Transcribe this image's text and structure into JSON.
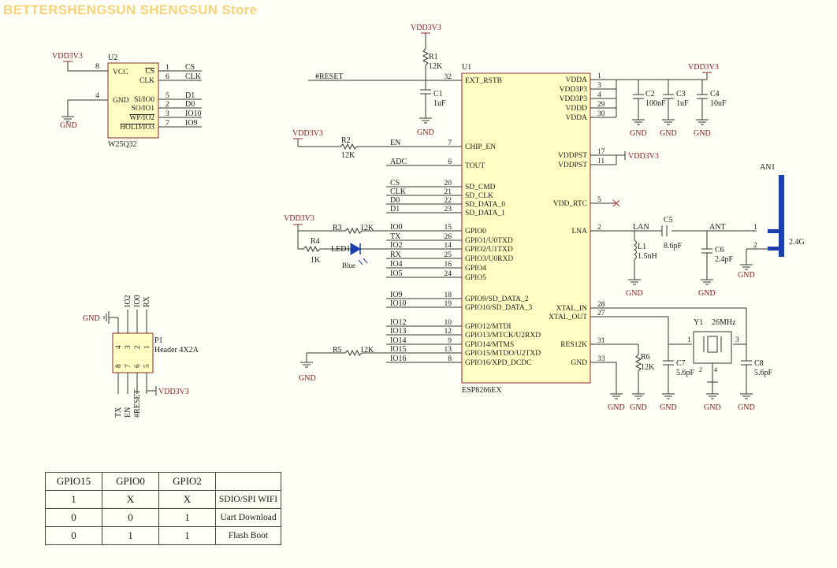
{
  "watermark": "BETTERSHENGSUN SHENGSUN Store",
  "u1": {
    "ref": "U1",
    "part": "ESP8266EX",
    "pins_left": [
      {
        "name": "EXT_RSTB",
        "num": "32",
        "net": "#RESET"
      },
      {
        "name": "CHIP_EN",
        "num": "7",
        "net": "EN"
      },
      {
        "name": "TOUT",
        "num": "6",
        "net": "ADC"
      },
      {
        "name": "SD_CMD",
        "num": "20",
        "net": "CS"
      },
      {
        "name": "SD_CLK",
        "num": "21",
        "net": "CLK"
      },
      {
        "name": "SD_DATA_0",
        "num": "22",
        "net": "D0"
      },
      {
        "name": "SD_DATA_1",
        "num": "23",
        "net": "D1"
      },
      {
        "name": "GPIO0",
        "num": "15",
        "net": "IO0"
      },
      {
        "name": "GPIO1/U0TXD",
        "num": "26",
        "net": "TX"
      },
      {
        "name": "GPIO2/U1TXD",
        "num": "14",
        "net": "IO2"
      },
      {
        "name": "GPIO3/U0RXD",
        "num": "25",
        "net": "RX"
      },
      {
        "name": "GPIO4",
        "num": "16",
        "net": "IO4"
      },
      {
        "name": "GPIO5",
        "num": "24",
        "net": "IO5"
      },
      {
        "name": "GPIO9/SD_DATA_2",
        "num": "18",
        "net": "IO9"
      },
      {
        "name": "GPIO10/SD_DATA_3",
        "num": "19",
        "net": "IO10"
      },
      {
        "name": "GPIO12/MTDI",
        "num": "10",
        "net": "IO12"
      },
      {
        "name": "GPIO13/MTCK/U2RXD",
        "num": "12",
        "net": "IO13"
      },
      {
        "name": "GPIO14/MTMS",
        "num": "9",
        "net": "IO14"
      },
      {
        "name": "GPIO15/MTDO/U2TXD",
        "num": "13",
        "net": "IO15"
      },
      {
        "name": "GPIO16/XPD_DCDC",
        "num": "8",
        "net": "IO16"
      }
    ],
    "pins_right": [
      {
        "name": "VDDA",
        "num": "1"
      },
      {
        "name": "VDD3P3",
        "num": "3"
      },
      {
        "name": "VDD3P3",
        "num": "4"
      },
      {
        "name": "VDDD",
        "num": "29"
      },
      {
        "name": "VDDA",
        "num": "30"
      },
      {
        "name": "VDDPST",
        "num": "17"
      },
      {
        "name": "VDDPST",
        "num": "11"
      },
      {
        "name": "VDD_RTC",
        "num": "5"
      },
      {
        "name": "LNA",
        "num": "2"
      },
      {
        "name": "XTAL_IN",
        "num": "28"
      },
      {
        "name": "XTAL_OUT",
        "num": "27"
      },
      {
        "name": "RES12K",
        "num": "31"
      },
      {
        "name": "GND",
        "num": "33"
      }
    ]
  },
  "u2": {
    "ref": "U2",
    "part": "W25Q32",
    "vcc_label": "VCC",
    "vcc_pin": "8",
    "gnd_label": "GND",
    "gnd_pin": "4",
    "pins": [
      {
        "name": "CS",
        "num": "1",
        "net": "CS"
      },
      {
        "name": "CLK",
        "num": "6",
        "net": "CLK"
      },
      {
        "name": "SI/IO0",
        "num": "5",
        "net": "D1"
      },
      {
        "name": "SO/IO1",
        "num": "2",
        "net": "D0"
      },
      {
        "name": "WP/IO2",
        "num": "3",
        "net": "IO10"
      },
      {
        "name": "HOLD/IO3",
        "num": "7",
        "net": "IO9"
      }
    ]
  },
  "nets": {
    "vdd": "VDD3V3",
    "gnd": "GND",
    "lan": "LAN",
    "ant": "ANT"
  },
  "components": {
    "r1": {
      "ref": "R1",
      "value": "12K"
    },
    "c1": {
      "ref": "C1",
      "value": "1uF"
    },
    "r2": {
      "ref": "R2",
      "value": "12K"
    },
    "r3": {
      "ref": "R3",
      "value": "12K"
    },
    "r4": {
      "ref": "R4",
      "value": "1K"
    },
    "led1": {
      "ref": "LED1",
      "value": "Blue"
    },
    "r5": {
      "ref": "R5",
      "value": "12K"
    },
    "c2": {
      "ref": "C2",
      "value": "100nF"
    },
    "c3": {
      "ref": "C3",
      "value": "1uF"
    },
    "c4": {
      "ref": "C4",
      "value": "10uF"
    },
    "c5": {
      "ref": "C5",
      "value": "8.6pF"
    },
    "l1": {
      "ref": "L1",
      "value": "1.5nH"
    },
    "c6": {
      "ref": "C6",
      "value": "2.4pF"
    },
    "an1": {
      "ref": "AN1",
      "value": "2.4G"
    },
    "r6": {
      "ref": "R6",
      "value": "12K"
    },
    "y1": {
      "ref": "Y1",
      "value": "26MHz"
    },
    "c7": {
      "ref": "C7",
      "value": "5.6pF"
    },
    "c8": {
      "ref": "C8",
      "value": "5.6pF"
    }
  },
  "p1": {
    "ref": "P1",
    "part": "Header 4X2A",
    "top_nums": [
      "4",
      "3",
      "2",
      "1"
    ],
    "bottom_nums": [
      "8",
      "7",
      "6",
      "5"
    ],
    "top_nets": [
      "IO2",
      "IO0",
      "RX"
    ],
    "bottom_nets": [
      "TX",
      "EN",
      "#RESET"
    ]
  },
  "pin_nums": {
    "an1_1": "1",
    "an1_2": "2",
    "y1_1": "1",
    "y1_2": "2",
    "y1_3": "3",
    "y1_4": "4"
  },
  "table": {
    "headers": [
      "GPIO15",
      "GPIO0",
      "GPIO2",
      ""
    ],
    "rows": [
      [
        "1",
        "X",
        "X",
        "SDIO/SPI WIFI"
      ],
      [
        "0",
        "0",
        "1",
        "Uart Download"
      ],
      [
        "0",
        "1",
        "1",
        "Flash Boot"
      ]
    ]
  }
}
